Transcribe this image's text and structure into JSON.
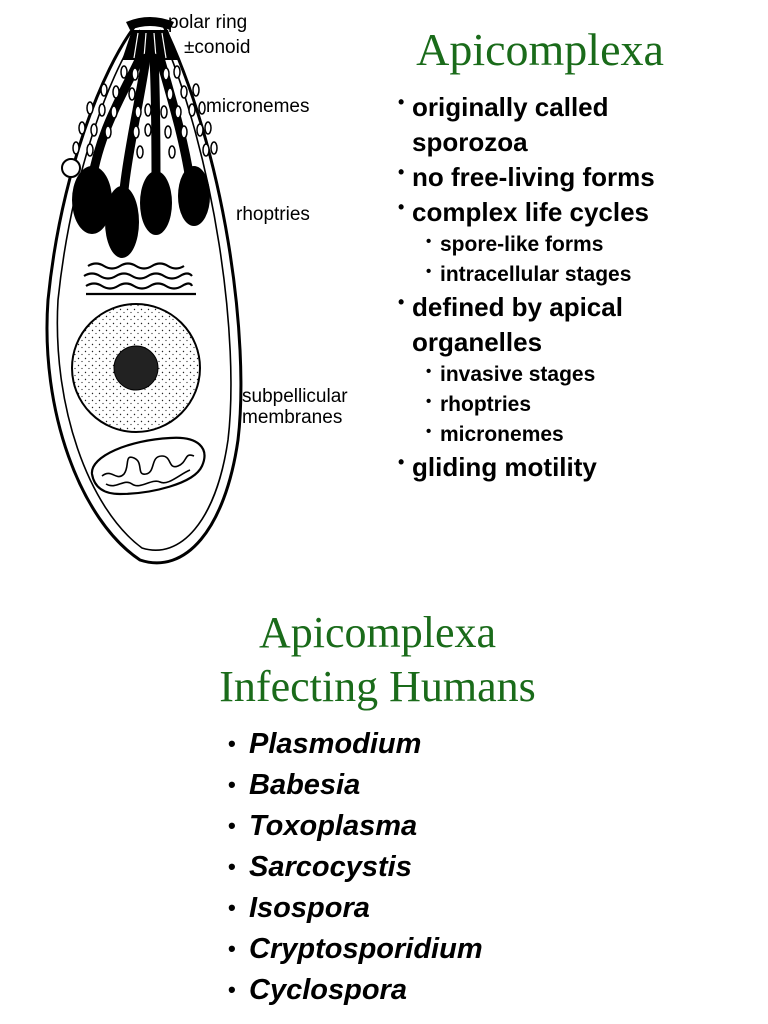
{
  "diagram": {
    "labels": {
      "polar_ring": "polar ring",
      "conoid": "±conoid",
      "micronemes": "micronemes",
      "rhoptries": "rhoptries",
      "subpellicular": "subpellicular",
      "membranes": "membranes"
    }
  },
  "top": {
    "title": "Apicomplexa",
    "bullets": [
      "originally called",
      "sporozoa",
      "no free-living forms",
      "complex life cycles",
      "spore-like forms",
      "intracellular stages",
      "defined by apical",
      "organelles",
      "invasive stages",
      "rhoptries",
      "micronemes",
      "gliding motility"
    ]
  },
  "bottom": {
    "title_line1": "Apicomplexa",
    "title_line2": "Infecting Humans",
    "genera": [
      "Plasmodium",
      "Babesia",
      "Toxoplasma",
      "Sarcocystis",
      "Isospora",
      "Cryptosporidium",
      "Cyclospora"
    ]
  },
  "colors": {
    "title": "#1a6b1a",
    "text": "#000000"
  }
}
